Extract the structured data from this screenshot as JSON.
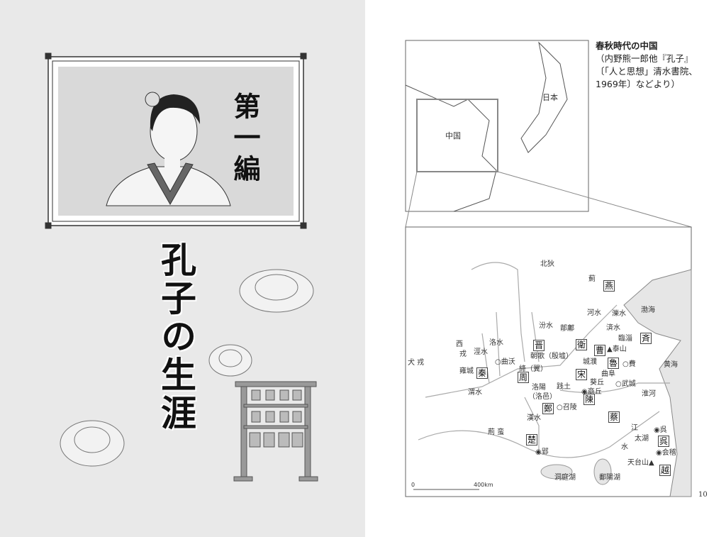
{
  "left_page": {
    "part_label": "第一編",
    "chapter_title": "孔子の生涯"
  },
  "inset_map": {
    "labels": [
      "日本",
      "中国"
    ]
  },
  "caption": {
    "title": "春秋時代の中国",
    "lines": [
      "（内野熊一郎他『孔子』",
      "〔「人と思想」清水書院、",
      "1969年〕などより）"
    ]
  },
  "map": {
    "states": [
      "燕",
      "斉",
      "曹",
      "魯",
      "晋",
      "衛",
      "秦",
      "周",
      "宋",
      "鄭",
      "陳",
      "蔡",
      "楚",
      "呉",
      "越"
    ],
    "labels": [
      "北狄",
      "薊",
      "渤海",
      "河水",
      "濼水",
      "済水",
      "臨淄",
      "▲泰山",
      "○費",
      "曲阜",
      "○武城",
      "黄海",
      "淮河",
      "鄁鄘",
      "朝歌（殷墟）",
      "○曲沃",
      "絳（翼）",
      "雍城",
      "渭水",
      "西",
      "戎",
      "犬 戎",
      "涇水",
      "洛水",
      "汾水",
      "洛陽",
      "（洛邑）",
      "践土",
      "城濮",
      "葵丘",
      "◉商丘",
      "○召陵",
      "漢水",
      "荊 蛮",
      "◉郢",
      "洞庭湖",
      "鄱陽湖",
      "江",
      "水",
      "太湖",
      "◉呉",
      "◉会稽",
      "天台山▲"
    ],
    "scale": {
      "zero": "0",
      "max": "400km"
    }
  },
  "page_number": "10",
  "colors": {
    "left_bg": "#e9e9e9",
    "panel": "#d9d9d9",
    "water": "#e6e6e6"
  }
}
